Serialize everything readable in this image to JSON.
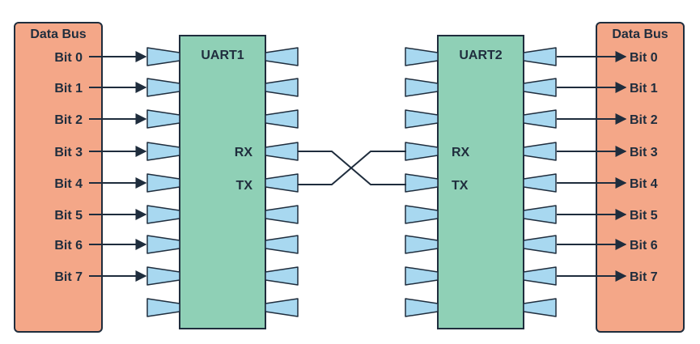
{
  "left_bus": {
    "title": "Data Bus",
    "bits": [
      "Bit 0",
      "Bit 1",
      "Bit 2",
      "Bit 3",
      "Bit 4",
      "Bit 5",
      "Bit 6",
      "Bit 7"
    ]
  },
  "right_bus": {
    "title": "Data Bus",
    "bits": [
      "Bit 0",
      "Bit 1",
      "Bit 2",
      "Bit 3",
      "Bit 4",
      "Bit 5",
      "Bit 6",
      "Bit 7"
    ]
  },
  "uart1": {
    "title": "UART1",
    "rx": "RX",
    "tx": "TX"
  },
  "uart2": {
    "title": "UART2",
    "rx": "RX",
    "tx": "TX"
  },
  "colors": {
    "bus_fill": "#f4a788",
    "chip_fill": "#8fd0b6",
    "pin_fill": "#a8d8f0",
    "line": "#1f2d3d"
  }
}
